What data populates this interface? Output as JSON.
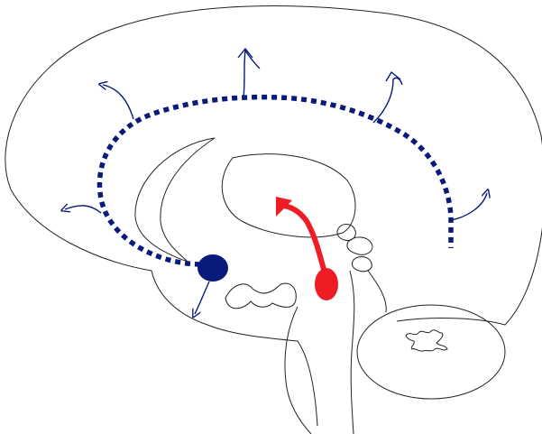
{
  "colors": {
    "background": "#ffffff",
    "outline": "#222222",
    "blue_pathway": "#0a1a7a",
    "red_pathway": "#ee1c25"
  },
  "pathways": [
    {
      "name": "blue-projection",
      "color": "#0a1a7a",
      "style": "dotted-with-arrows"
    },
    {
      "name": "red-projection",
      "color": "#ee1c25",
      "style": "solid-arrow"
    }
  ],
  "labels": []
}
